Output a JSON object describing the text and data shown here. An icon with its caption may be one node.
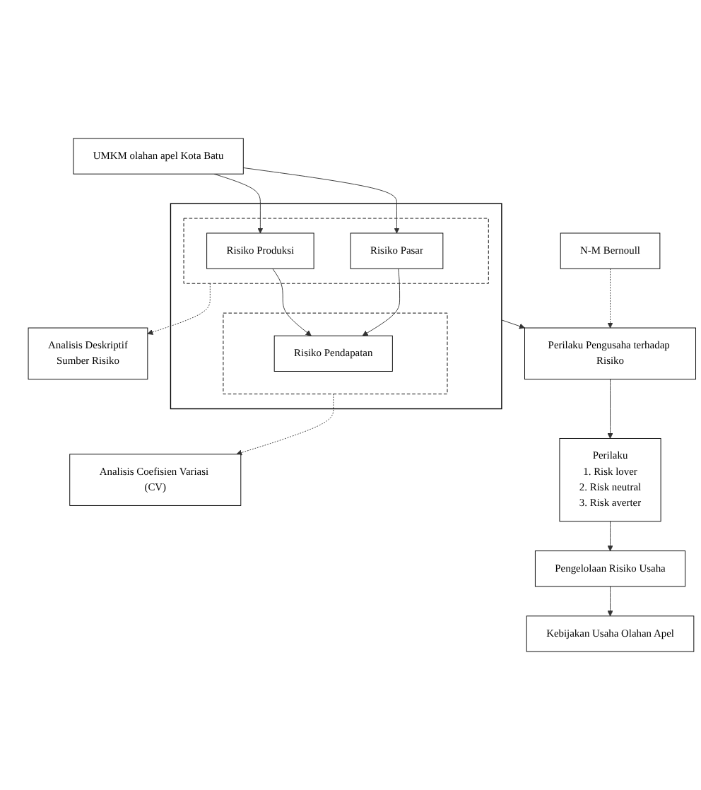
{
  "diagram": {
    "nodes": [
      {
        "text": [
          "UMKM olahan apel Kota Batu"
        ]
      },
      {
        "text": [],
        "shape": "box"
      },
      {
        "text": [],
        "shape": "box",
        "in": 1
      },
      {
        "text": [
          "Risiko Produksi"
        ],
        "in": 2
      },
      {
        "text": [
          "Risiko Pasar"
        ],
        "in": 2
      },
      {
        "text": [],
        "shape": "box",
        "in": 1
      },
      {
        "text": [
          "Risiko Pendapatan"
        ],
        "in": 5
      },
      {
        "text": [
          "Analisis Deskriptif",
          "Sumber Risiko"
        ]
      },
      {
        "text": [
          "Analisis Coefisien Variasi (CV)"
        ]
      },
      {
        "text": [
          "N-M Bernoull"
        ]
      },
      {
        "text": [
          "Perilaku Pengusaha terhadap Risiko"
        ]
      },
      {
        "text": [
          "Perilaku",
          "1. Risk lover",
          "2. Risk neutral",
          "3. Risk averter"
        ]
      },
      {
        "text": [
          "Pengelolaan Risiko Usaha"
        ]
      },
      {
        "text": [
          "Kebijakan Usaha Olahan Apel"
        ]
      }
    ],
    "edges": [
      {
        "from": 0,
        "to": 3,
        "arrow": "to"
      },
      {
        "from": 0,
        "to": 4,
        "arrow": "to"
      },
      {
        "from": 3,
        "to": 6,
        "arrow": "to"
      },
      {
        "from": 4,
        "to": 6,
        "arrow": "to"
      },
      {
        "from": 2,
        "to": 7,
        "arrow": "to",
        "style": "dashed"
      },
      {
        "from": 5,
        "to": 8,
        "arrow": "to",
        "style": "dashed"
      },
      {
        "from": 1,
        "to": 10,
        "arrow": "to"
      },
      {
        "from": 9,
        "to": 10,
        "arrow": "to",
        "style": "dashed"
      },
      {
        "from": 10,
        "to": 11,
        "arrow": "to"
      },
      {
        "from": 11,
        "to": 12,
        "arrow": "to"
      },
      {
        "from": 12,
        "to": 13,
        "arrow": "to"
      }
    ]
  }
}
